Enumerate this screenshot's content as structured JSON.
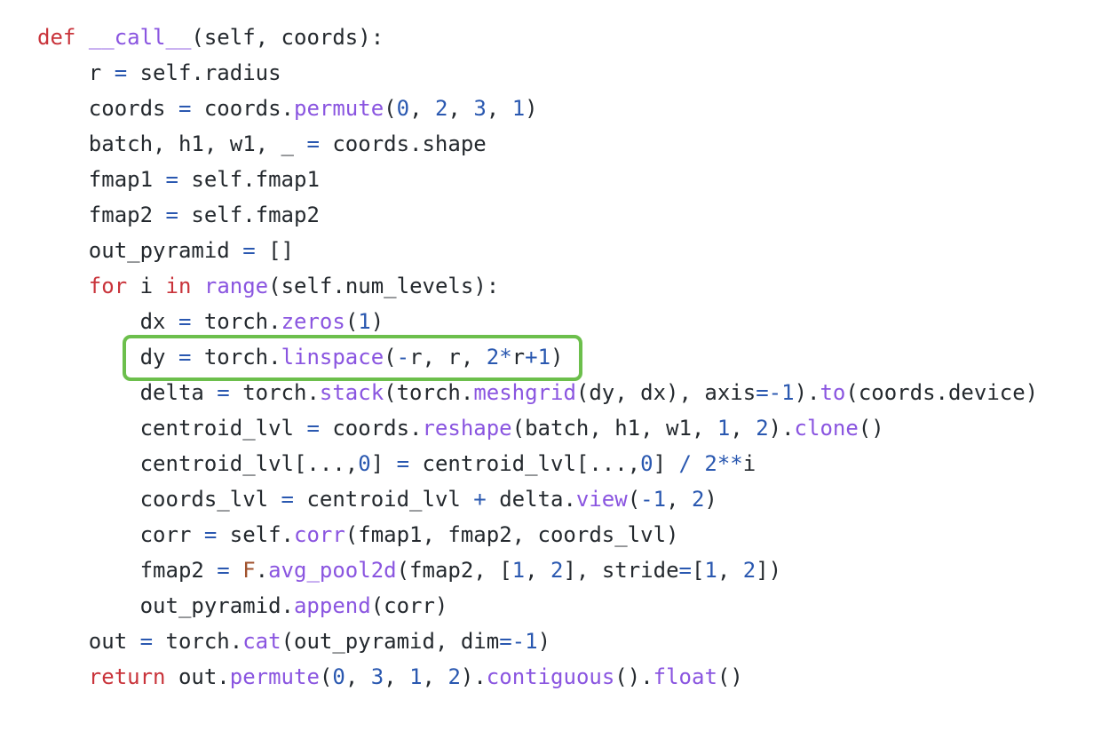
{
  "highlight": {
    "color": "#6cbf4c",
    "line_index": 9
  },
  "colors": {
    "keyword": "#c9343b",
    "function": "#8a55e0",
    "number_operator": "#2a58b0",
    "class": "#a0522d",
    "text": "#24292e"
  },
  "code_lines": [
    {
      "indent": 0,
      "tokens": [
        [
          "def",
          "k"
        ],
        [
          " ",
          "t"
        ],
        [
          "__call__",
          "f"
        ],
        [
          "(self, coords):",
          "t"
        ]
      ]
    },
    {
      "indent": 1,
      "tokens": [
        [
          "r ",
          "t"
        ],
        [
          "=",
          "n"
        ],
        [
          " self.radius",
          "t"
        ]
      ]
    },
    {
      "indent": 1,
      "tokens": [
        [
          "coords ",
          "t"
        ],
        [
          "=",
          "n"
        ],
        [
          " coords.",
          "t"
        ],
        [
          "permute",
          "f"
        ],
        [
          "(",
          "t"
        ],
        [
          "0",
          "n"
        ],
        [
          ", ",
          "t"
        ],
        [
          "2",
          "n"
        ],
        [
          ", ",
          "t"
        ],
        [
          "3",
          "n"
        ],
        [
          ", ",
          "t"
        ],
        [
          "1",
          "n"
        ],
        [
          ")",
          "t"
        ]
      ]
    },
    {
      "indent": 1,
      "tokens": [
        [
          "batch, h1, w1, _ ",
          "t"
        ],
        [
          "=",
          "n"
        ],
        [
          " coords.shape",
          "t"
        ]
      ]
    },
    {
      "indent": 1,
      "tokens": [
        [
          "fmap1 ",
          "t"
        ],
        [
          "=",
          "n"
        ],
        [
          " self.fmap1",
          "t"
        ]
      ]
    },
    {
      "indent": 1,
      "tokens": [
        [
          "fmap2 ",
          "t"
        ],
        [
          "=",
          "n"
        ],
        [
          " self.fmap2",
          "t"
        ]
      ]
    },
    {
      "indent": 1,
      "tokens": [
        [
          "out_pyramid ",
          "t"
        ],
        [
          "=",
          "n"
        ],
        [
          " []",
          "t"
        ]
      ]
    },
    {
      "indent": 1,
      "tokens": [
        [
          "for",
          "k"
        ],
        [
          " i ",
          "t"
        ],
        [
          "in",
          "k"
        ],
        [
          " ",
          "t"
        ],
        [
          "range",
          "f"
        ],
        [
          "(self.num_levels):",
          "t"
        ]
      ]
    },
    {
      "indent": 2,
      "tokens": [
        [
          "dx ",
          "t"
        ],
        [
          "=",
          "n"
        ],
        [
          " torch.",
          "t"
        ],
        [
          "zeros",
          "f"
        ],
        [
          "(",
          "t"
        ],
        [
          "1",
          "n"
        ],
        [
          ")",
          "t"
        ]
      ]
    },
    {
      "indent": 2,
      "tokens": [
        [
          "dy ",
          "t"
        ],
        [
          "=",
          "n"
        ],
        [
          " torch.",
          "t"
        ],
        [
          "linspace",
          "f"
        ],
        [
          "(",
          "t"
        ],
        [
          "-",
          "n"
        ],
        [
          "r, r, ",
          "t"
        ],
        [
          "2*",
          "n"
        ],
        [
          "r",
          "t"
        ],
        [
          "+1",
          "n"
        ],
        [
          ")",
          "t"
        ]
      ]
    },
    {
      "indent": 2,
      "tokens": [
        [
          "delta ",
          "t"
        ],
        [
          "=",
          "n"
        ],
        [
          " torch.",
          "t"
        ],
        [
          "stack",
          "f"
        ],
        [
          "(torch.",
          "t"
        ],
        [
          "meshgrid",
          "f"
        ],
        [
          "(dy, dx), axis",
          "t"
        ],
        [
          "=-1",
          "n"
        ],
        [
          ").",
          "t"
        ],
        [
          "to",
          "f"
        ],
        [
          "(coords.device)",
          "t"
        ]
      ]
    },
    {
      "indent": 2,
      "tokens": [
        [
          "centroid_lvl ",
          "t"
        ],
        [
          "=",
          "n"
        ],
        [
          " coords.",
          "t"
        ],
        [
          "reshape",
          "f"
        ],
        [
          "(batch, h1, w1, ",
          "t"
        ],
        [
          "1",
          "n"
        ],
        [
          ", ",
          "t"
        ],
        [
          "2",
          "n"
        ],
        [
          ").",
          "t"
        ],
        [
          "clone",
          "f"
        ],
        [
          "()",
          "t"
        ]
      ]
    },
    {
      "indent": 2,
      "tokens": [
        [
          "centroid_lvl[...,",
          "t"
        ],
        [
          "0",
          "n"
        ],
        [
          "] ",
          "t"
        ],
        [
          "=",
          "n"
        ],
        [
          " centroid_lvl[...,",
          "t"
        ],
        [
          "0",
          "n"
        ],
        [
          "] ",
          "t"
        ],
        [
          "/",
          "n"
        ],
        [
          " ",
          "t"
        ],
        [
          "2**",
          "n"
        ],
        [
          "i",
          "t"
        ]
      ]
    },
    {
      "indent": 2,
      "tokens": [
        [
          "coords_lvl ",
          "t"
        ],
        [
          "=",
          "n"
        ],
        [
          " centroid_lvl ",
          "t"
        ],
        [
          "+",
          "n"
        ],
        [
          " delta.",
          "t"
        ],
        [
          "view",
          "f"
        ],
        [
          "(",
          "t"
        ],
        [
          "-1",
          "n"
        ],
        [
          ", ",
          "t"
        ],
        [
          "2",
          "n"
        ],
        [
          ")",
          "t"
        ]
      ]
    },
    {
      "indent": 2,
      "tokens": [
        [
          "corr ",
          "t"
        ],
        [
          "=",
          "n"
        ],
        [
          " self.",
          "t"
        ],
        [
          "corr",
          "f"
        ],
        [
          "(fmap1, fmap2, coords_lvl)",
          "t"
        ]
      ]
    },
    {
      "indent": 2,
      "tokens": [
        [
          "fmap2 ",
          "t"
        ],
        [
          "=",
          "n"
        ],
        [
          " ",
          "t"
        ],
        [
          "F",
          "c"
        ],
        [
          ".",
          "t"
        ],
        [
          "avg_pool2d",
          "f"
        ],
        [
          "(fmap2, [",
          "t"
        ],
        [
          "1",
          "n"
        ],
        [
          ", ",
          "t"
        ],
        [
          "2",
          "n"
        ],
        [
          "], stride",
          "t"
        ],
        [
          "=",
          "n"
        ],
        [
          "[",
          "t"
        ],
        [
          "1",
          "n"
        ],
        [
          ", ",
          "t"
        ],
        [
          "2",
          "n"
        ],
        [
          "])",
          "t"
        ]
      ]
    },
    {
      "indent": 2,
      "tokens": [
        [
          "out_pyramid.",
          "t"
        ],
        [
          "append",
          "f"
        ],
        [
          "(corr)",
          "t"
        ]
      ]
    },
    {
      "indent": 1,
      "tokens": [
        [
          "out ",
          "t"
        ],
        [
          "=",
          "n"
        ],
        [
          " torch.",
          "t"
        ],
        [
          "cat",
          "f"
        ],
        [
          "(out_pyramid, dim",
          "t"
        ],
        [
          "=-1",
          "n"
        ],
        [
          ")",
          "t"
        ]
      ]
    },
    {
      "indent": 1,
      "tokens": [
        [
          "return",
          "k"
        ],
        [
          " out.",
          "t"
        ],
        [
          "permute",
          "f"
        ],
        [
          "(",
          "t"
        ],
        [
          "0",
          "n"
        ],
        [
          ", ",
          "t"
        ],
        [
          "3",
          "n"
        ],
        [
          ", ",
          "t"
        ],
        [
          "1",
          "n"
        ],
        [
          ", ",
          "t"
        ],
        [
          "2",
          "n"
        ],
        [
          ").",
          "t"
        ],
        [
          "contiguous",
          "f"
        ],
        [
          "().",
          "t"
        ],
        [
          "float",
          "f"
        ],
        [
          "()",
          "t"
        ]
      ]
    }
  ]
}
